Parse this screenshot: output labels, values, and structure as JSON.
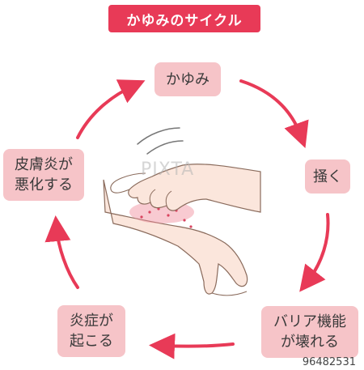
{
  "title": "かゆみのサイクル",
  "nodes": {
    "itch": [
      "かゆみ"
    ],
    "scratch": [
      "掻く"
    ],
    "barrier": [
      "バリア機能",
      "が壊れる"
    ],
    "inflammation": [
      "炎症が",
      "起こる"
    ],
    "dermatitis": [
      "皮膚炎が",
      "悪化する"
    ]
  },
  "colors": {
    "accent": "#e83a57",
    "node_fill": "#f6c4c8",
    "arrow": "#e83a57",
    "skin": "#fbe6dc",
    "skin_outline": "#8a6b5c"
  },
  "watermark": "PIXTA",
  "image_id": "96482531"
}
